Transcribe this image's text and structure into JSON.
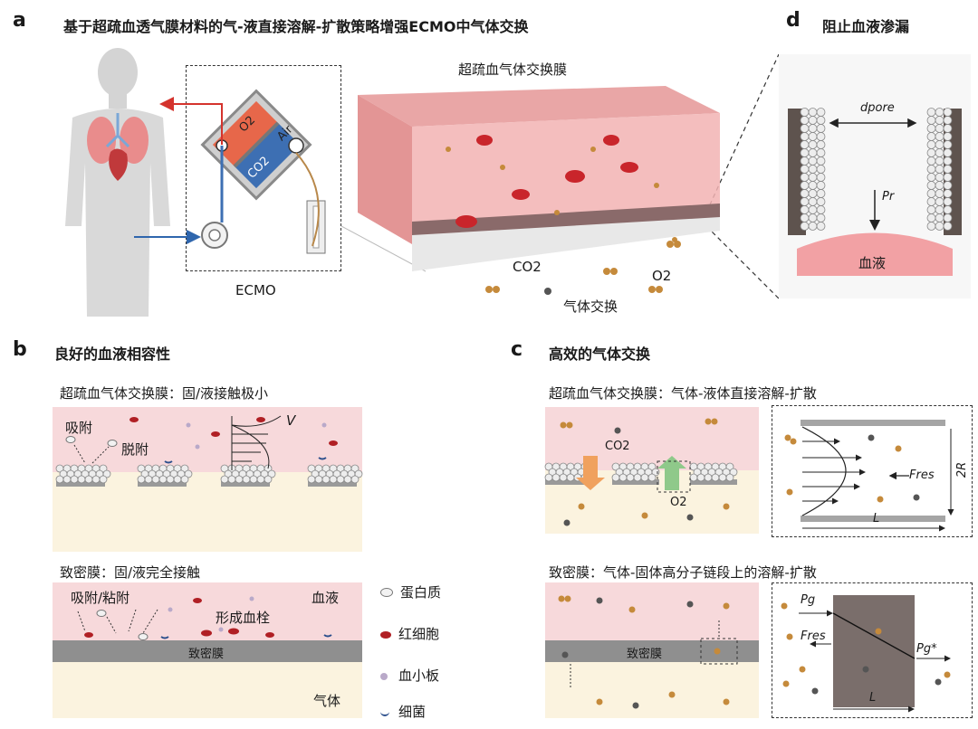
{
  "panels": {
    "a": {
      "letter": "a",
      "title": "基于超疏血透气膜材料的气-液直接溶解-扩散策略增强ECMO中气体交换",
      "membrane_label": "超疏血气体交换膜",
      "ecmo_label": "ECMO",
      "gas_exchange_label": "气体交换",
      "co2": "CO2",
      "o2": "O2",
      "air": "Air"
    },
    "b": {
      "letter": "b",
      "title": "良好的血液相容性",
      "top_caption": "超疏血气体交换膜：固/液接触极小",
      "adsorb": "吸附",
      "desorb": "脱附",
      "v": "V",
      "bottom_caption": "致密膜：固/液完全接触",
      "adsorb_adhere": "吸附/粘附",
      "thrombus": "形成血栓",
      "blood": "血液",
      "dense_membrane": "致密膜",
      "gas": "气体"
    },
    "c": {
      "letter": "c",
      "title": "高效的气体交换",
      "top_caption": "超疏血气体交换膜：气体-液体直接溶解-扩散",
      "co2": "CO2",
      "o2": "O2",
      "fres": "Fres",
      "two_r": "2R",
      "l": "L",
      "bottom_caption": "致密膜：气体-固体高分子链段上的溶解-扩散",
      "dense_membrane": "致密膜",
      "pg": "Pg",
      "pg_star": "Pg*",
      "fres2": "Fres",
      "l2": "L"
    },
    "d": {
      "letter": "d",
      "title": "阻止血液渗漏",
      "dpore": "dpore",
      "pr": "Pr",
      "blood": "血液"
    }
  },
  "legend": [
    {
      "label": "蛋白质",
      "icon": "protein-icon",
      "color": "#f2f2f2"
    },
    {
      "label": "红细胞",
      "icon": "red-cell-icon",
      "color": "#b01f24"
    },
    {
      "label": "血小板",
      "icon": "platelet-icon",
      "color": "#b9a9c9"
    },
    {
      "label": "细菌",
      "icon": "bacteria-icon",
      "color": "#2c4f8c"
    }
  ],
  "colors": {
    "blood": "#f7d9db",
    "gas": "#fbf3df",
    "membrane": "#9a9a9a",
    "dense": "#7a6e6b"
  }
}
